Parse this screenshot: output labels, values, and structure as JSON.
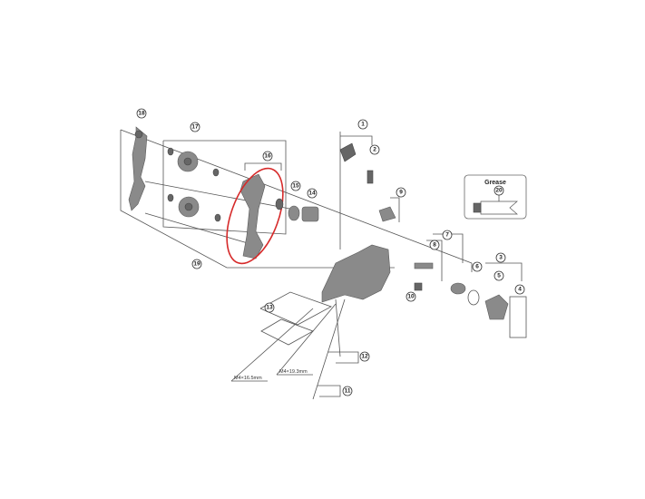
{
  "diagram": {
    "callouts": [
      "1",
      "2",
      "3",
      "4",
      "5",
      "6",
      "7",
      "8",
      "9",
      "10",
      "11",
      "12",
      "13",
      "14",
      "15",
      "16",
      "17",
      "18",
      "19",
      "20"
    ],
    "highlighted_part": "16",
    "highlight_color": "#d62a2a",
    "dimensions": {
      "screw_a": "M4×16.5mm",
      "screw_b": "M4×19.3mm"
    },
    "grease_box": {
      "title": "Grease",
      "callout": "20"
    }
  }
}
